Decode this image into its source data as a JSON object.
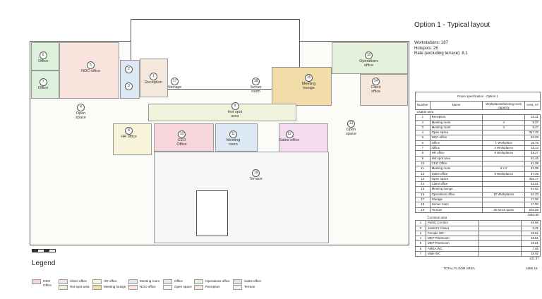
{
  "title": "Option 1 - Typical layout",
  "stats": {
    "workstations": "Workstations: 187",
    "hotspots": "Hotspots: 26",
    "rate": "Rate (excluding terrace): 8,1"
  },
  "table": {
    "title": "Room specification - Option 1",
    "headers": [
      "Number",
      "Name",
      "Workplaces/Meeting room capacity",
      "Area, m²"
    ],
    "usable_label": "Usable area",
    "usable": [
      [
        "1",
        "Reception",
        "",
        "23.21"
      ],
      [
        "2",
        "Meeting room",
        "4",
        "9.07"
      ],
      [
        "3",
        "Meeting room",
        "4",
        "9.27"
      ],
      [
        "4",
        "Open space",
        "",
        "347.32"
      ],
      [
        "5",
        "NOC-office",
        "",
        "94.03"
      ],
      [
        "6",
        "Office",
        "1 Workplace",
        "15.76"
      ],
      [
        "7",
        "Office",
        "2 Workplaces",
        "19.14"
      ],
      [
        "8",
        "HR office",
        "8 Workplaces",
        "49.27"
      ],
      [
        "9",
        "Hot spot area",
        "",
        "51.46"
      ],
      [
        "10",
        "CEO Office",
        "",
        "41.09"
      ],
      [
        "11",
        "Meeting room",
        "8 x 2",
        "41.09"
      ],
      [
        "12",
        "Sales-office",
        "9 Workplaces",
        "47.48"
      ],
      [
        "13",
        "Open space",
        "",
        "345.17"
      ],
      [
        "14",
        "Client office",
        "",
        "53.51"
      ],
      [
        "15",
        "Meeting lounge",
        "",
        "64.92"
      ],
      [
        "16",
        "Operations office",
        "10 Workplaces",
        "62.33"
      ],
      [
        "17",
        "Storage",
        "",
        "17.00"
      ],
      [
        "18",
        "Server room",
        "",
        "17.00"
      ],
      [
        "19",
        "Terrace",
        "80 lunch spots",
        "202.68"
      ]
    ],
    "usable_total": "1553.80",
    "common_label": "Common area",
    "common": [
      [
        "1",
        "Public Corridor",
        "",
        "46.66"
      ],
      [
        "2",
        "Janitor's Closet",
        "",
        "3.31"
      ],
      [
        "3",
        "Female WC",
        "",
        "15.61"
      ],
      [
        "4",
        "MEP Plantroom",
        "",
        "19.61"
      ],
      [
        "5",
        "MEP Plantroom",
        "",
        "19.61"
      ],
      [
        "6",
        "AMEA WC",
        "",
        "7.65"
      ],
      [
        "7",
        "Male WC",
        "",
        "18.92"
      ]
    ],
    "common_total": "131.37",
    "total_label": "TOTAL FLOOR AREA",
    "total_value": "1685.16"
  },
  "legend": {
    "title": "Legend",
    "items": [
      {
        "label": "CEO Office",
        "color": "#f6d6dc"
      },
      {
        "label": "Client office",
        "color": "#f6e6dc"
      },
      {
        "label": "Hot spot area",
        "color": "#eef4dc"
      },
      {
        "label": "HR office",
        "color": "#f8f4dc"
      },
      {
        "label": "Meeting lounge",
        "color": "#f2dca8"
      },
      {
        "label": "Meeting room",
        "color": "#dce8f4"
      },
      {
        "label": "NOC-office",
        "color": "#f8e4dc"
      },
      {
        "label": "Office",
        "color": "#dcf0dc"
      },
      {
        "label": "Open space",
        "color": "#f8f8f0"
      },
      {
        "label": "Operations office",
        "color": "#e4f2dc"
      },
      {
        "label": "Reception",
        "color": "#f4e8dc"
      },
      {
        "label": "Sales-office",
        "color": "#f4dcf0"
      },
      {
        "label": "Terrace",
        "color": "#f4f4f4"
      }
    ]
  },
  "plan": {
    "rooms": [
      {
        "n": "6",
        "label": "Office"
      },
      {
        "n": "7",
        "label": "Office"
      },
      {
        "n": "5",
        "label": "NOC-office"
      },
      {
        "n": "1",
        "label": "Reception"
      },
      {
        "n": "2",
        "label": ""
      },
      {
        "n": "3",
        "label": ""
      },
      {
        "n": "17",
        "label": "Storage"
      },
      {
        "n": "18",
        "label": "Server room"
      },
      {
        "n": "15",
        "label": "Meeting lounge"
      },
      {
        "n": "16",
        "label": "Operations office"
      },
      {
        "n": "14",
        "label": "Client office"
      },
      {
        "n": "4",
        "label": "Open space"
      },
      {
        "n": "8",
        "label": "HR office"
      },
      {
        "n": "9",
        "label": "Hot spot area"
      },
      {
        "n": "10",
        "label": "CEO Office"
      },
      {
        "n": "11",
        "label": "Meeting room"
      },
      {
        "n": "12",
        "label": "Sales-office"
      },
      {
        "n": "13",
        "label": "Open space"
      },
      {
        "n": "19",
        "label": "Terrace"
      }
    ]
  }
}
